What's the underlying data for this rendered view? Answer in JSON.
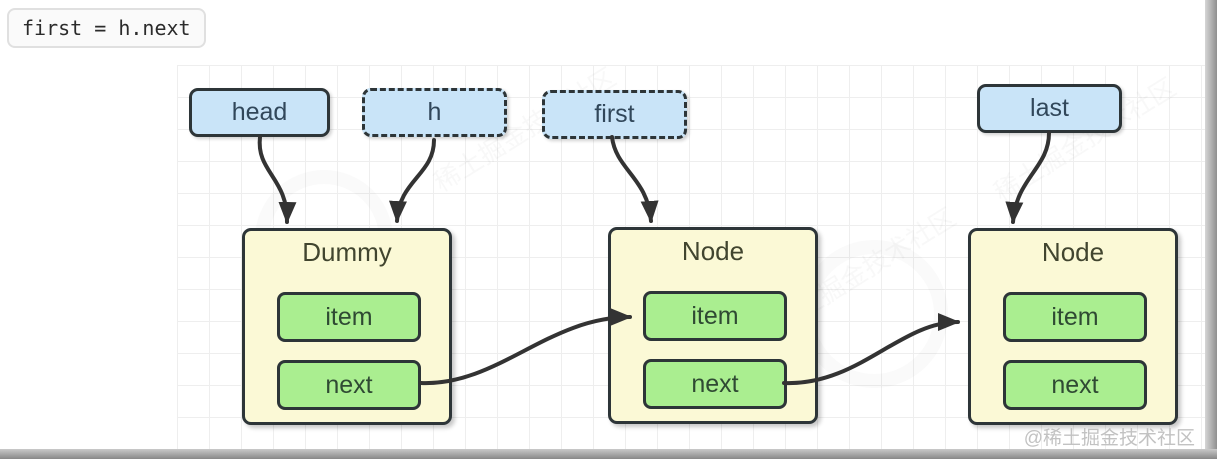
{
  "code_snippet": {
    "text": "first = h.next"
  },
  "diagram": {
    "pointers": [
      {
        "label": "head",
        "border": "solid"
      },
      {
        "label": "h",
        "border": "dashed"
      },
      {
        "label": "first",
        "border": "dashed"
      },
      {
        "label": "last",
        "border": "solid"
      }
    ],
    "nodes": [
      {
        "title": "Dummy",
        "fields": [
          "item",
          "next"
        ]
      },
      {
        "title": "Node",
        "fields": [
          "item",
          "next"
        ]
      },
      {
        "title": "Node",
        "fields": [
          "item",
          "next"
        ]
      }
    ],
    "arrows": [
      {
        "from": "head",
        "to": "Dummy"
      },
      {
        "from": "h",
        "to": "Dummy"
      },
      {
        "from": "first",
        "to": "Node-1"
      },
      {
        "from": "last",
        "to": "Node-2"
      },
      {
        "from": "Dummy.next",
        "to": "Node-1.item"
      },
      {
        "from": "Node-1.next",
        "to": "Node-2.item"
      }
    ],
    "colors": {
      "pointer_fill": "#c9e4f8",
      "node_fill": "#fbf9d6",
      "field_fill": "#aaee90",
      "outline": "#2d3538",
      "arrow": "#333333",
      "grid_line": "#eeeeee"
    }
  },
  "watermark": {
    "corner": "@稀土掘金技术社区",
    "faint": "稀土掘金技术社区"
  }
}
